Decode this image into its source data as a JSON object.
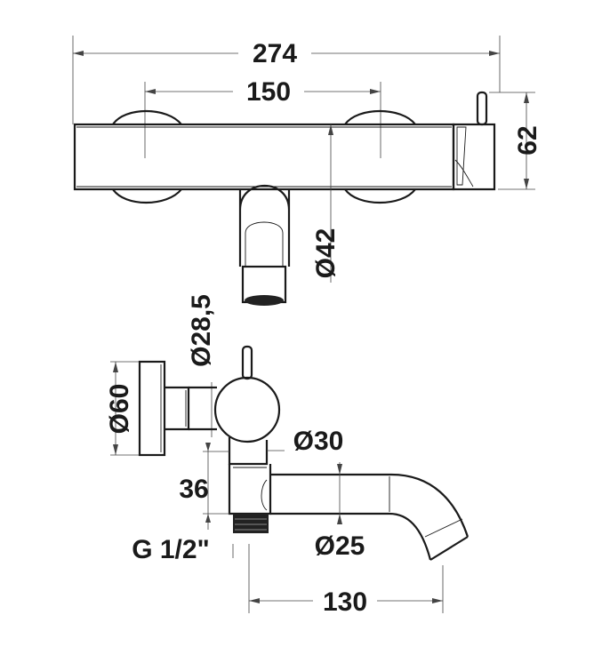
{
  "dimensions": {
    "overall_width": "274",
    "valve_centres": "150",
    "body_height": "62",
    "spout_outlet_dia": "Ø42",
    "handle_dia": "Ø28,5",
    "flange_dia": "Ø60",
    "valve_body_dia": "Ø30",
    "outlet_offset": "36",
    "thread_size": "G 1/2\"",
    "spout_dia": "Ø25",
    "spout_projection": "130"
  }
}
